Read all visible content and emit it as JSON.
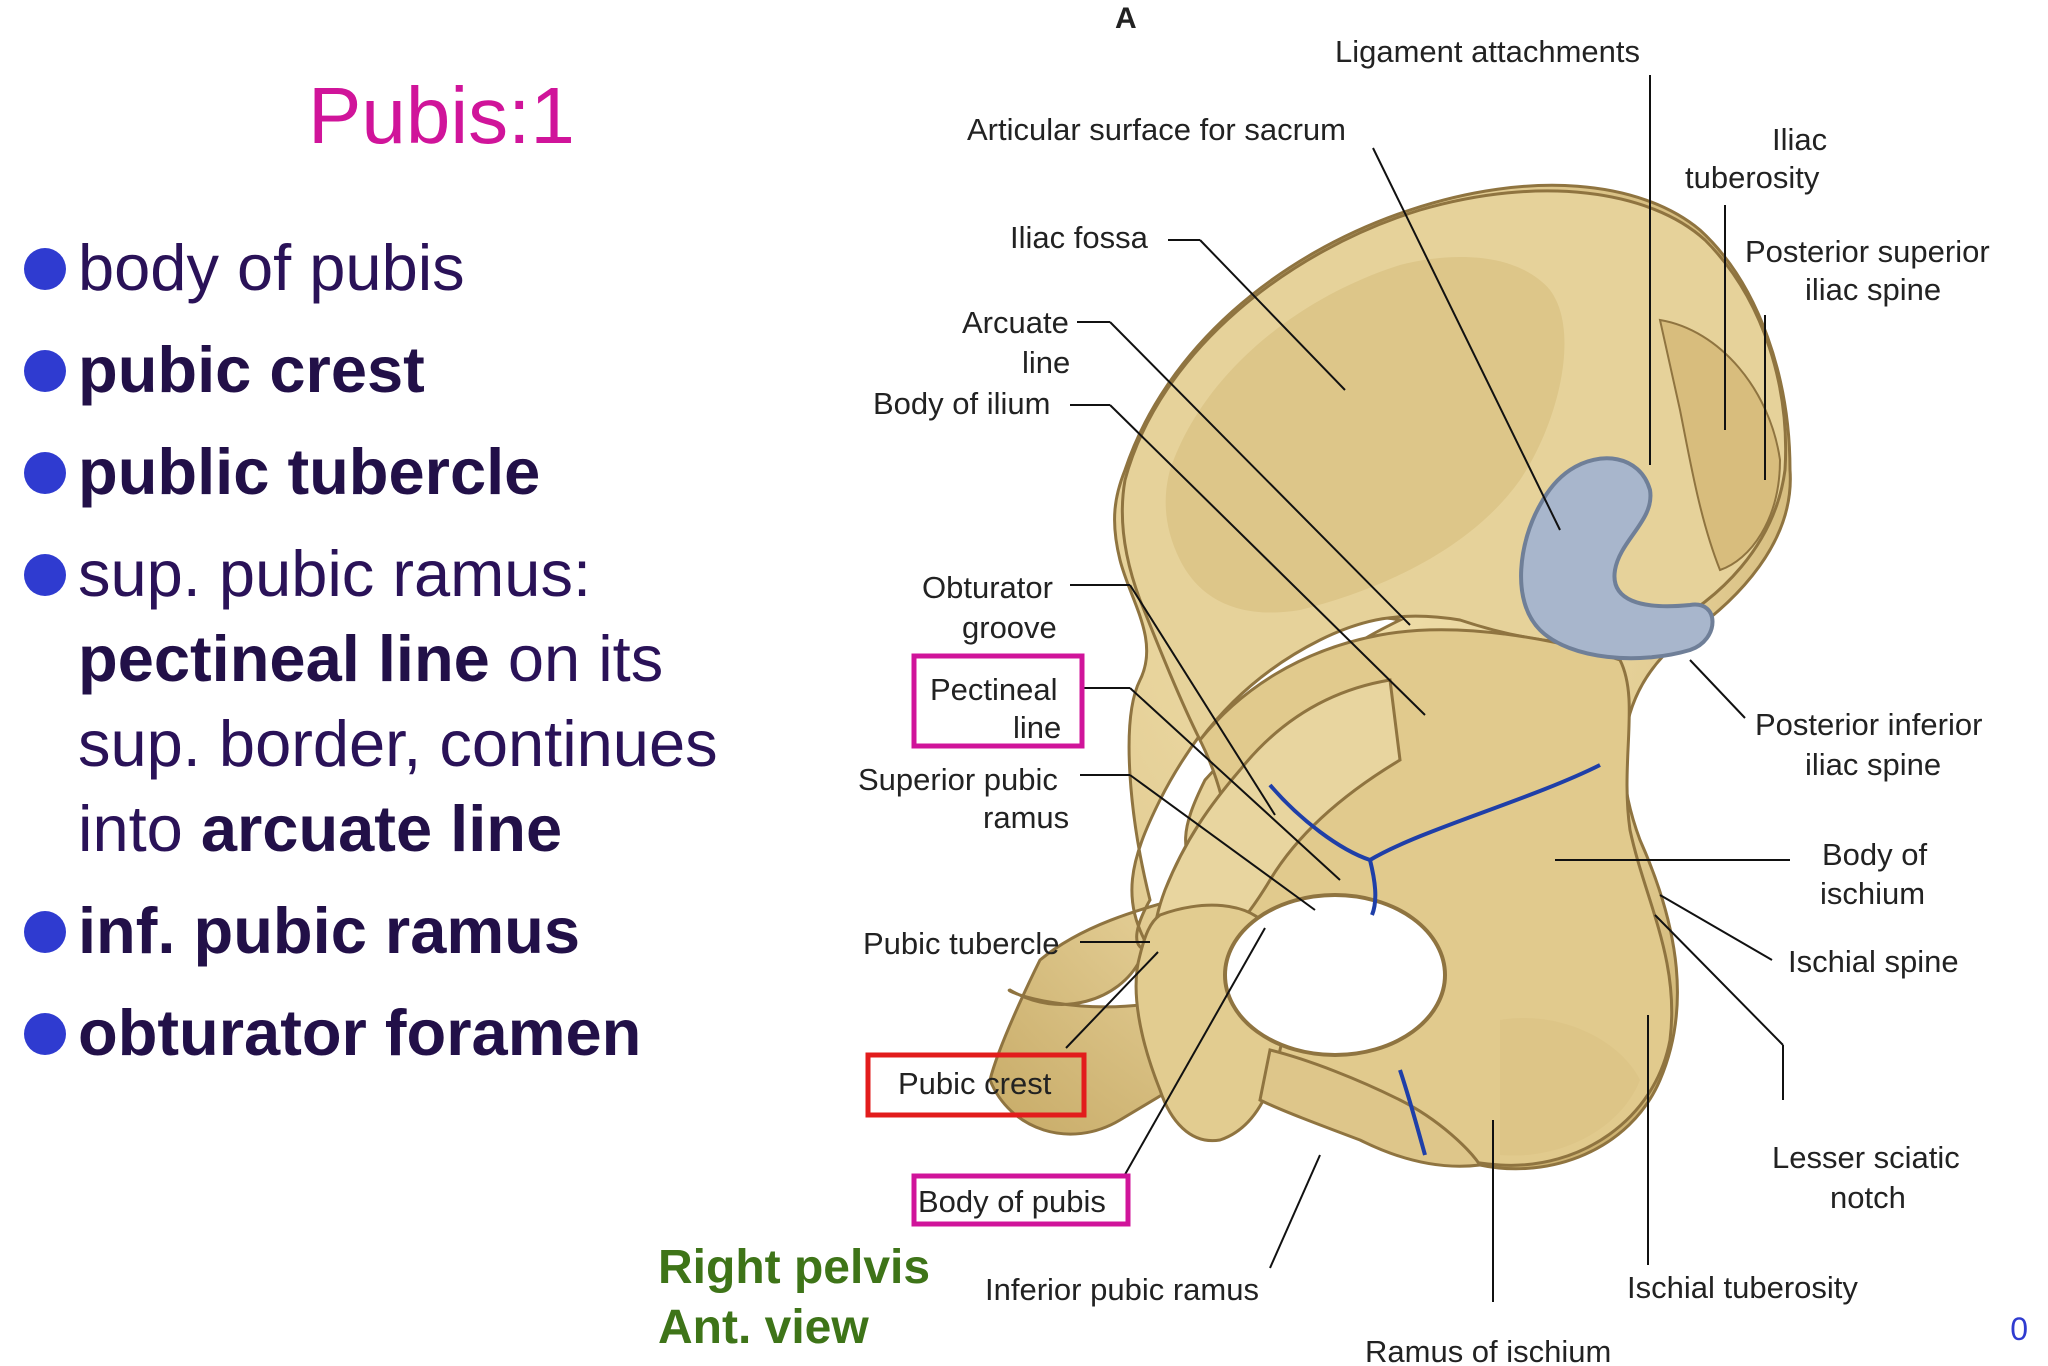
{
  "slide": {
    "title": "Pubis:1",
    "page_number": "0"
  },
  "bullets": [
    {
      "lines": [
        [
          {
            "text": "body of pubis",
            "bold": false
          }
        ]
      ]
    },
    {
      "lines": [
        [
          {
            "text": "pubic crest",
            "bold": true
          }
        ]
      ]
    },
    {
      "lines": [
        [
          {
            "text": "public tubercle",
            "bold": true
          }
        ]
      ]
    },
    {
      "lines": [
        [
          {
            "text": "sup. pubic ramus:",
            "bold": false
          }
        ],
        [
          {
            "text": "pectineal line",
            "bold": true
          },
          {
            "text": " on its",
            "bold": false
          }
        ],
        [
          {
            "text": "sup. border, continues",
            "bold": false
          }
        ],
        [
          {
            "text": "into ",
            "bold": false
          },
          {
            "text": "arcuate line",
            "bold": true
          }
        ]
      ]
    },
    {
      "lines": [
        [
          {
            "text": "inf. pubic ramus",
            "bold": true
          }
        ]
      ]
    },
    {
      "lines": [
        [
          {
            "text": "obturator foramen",
            "bold": true
          }
        ]
      ]
    }
  ],
  "diagram": {
    "panel_letter": "A",
    "labels": {
      "ligament_attachments": "Ligament attachments",
      "articular_surface": "Articular surface for sacrum",
      "iliac_tuberosity_1": "Iliac",
      "iliac_tuberosity_2": "tuberosity",
      "psis_1": "Posterior superior",
      "psis_2": "iliac spine",
      "iliac_fossa": "Iliac fossa",
      "arcuate_1": "Arcuate",
      "arcuate_2": "line",
      "body_ilium": "Body of ilium",
      "obturator_groove_1": "Obturator",
      "obturator_groove_2": "groove",
      "pectineal_1": "Pectineal",
      "pectineal_2": "line",
      "superior_ramus_1": "Superior pubic",
      "superior_ramus_2": "ramus",
      "pubic_tubercle": "Pubic tubercle",
      "pubic_crest": "Pubic crest",
      "body_pubis": "Body of pubis",
      "inferior_ramus": "Inferior pubic ramus",
      "ramus_ischium": "Ramus of ischium",
      "ischial_tuberosity": "Ischial tuberosity",
      "lesser_notch_1": "Lesser sciatic",
      "lesser_notch_2": "notch",
      "ischial_spine": "Ischial spine",
      "body_ischium_1": "Body of",
      "body_ischium_2": "ischium",
      "piis_1": "Posterior inferior",
      "piis_2": "iliac spine"
    },
    "colors": {
      "bone": "#e3cd94",
      "bone_shadow": "#b99b57",
      "cartilage": "#a8b6cc",
      "suture": "#1f3fa8",
      "highlight_box": "#d0149a",
      "crest_box": "#e21c1c"
    }
  },
  "caption": {
    "line1": "Right pelvis",
    "line2": "Ant. view"
  }
}
